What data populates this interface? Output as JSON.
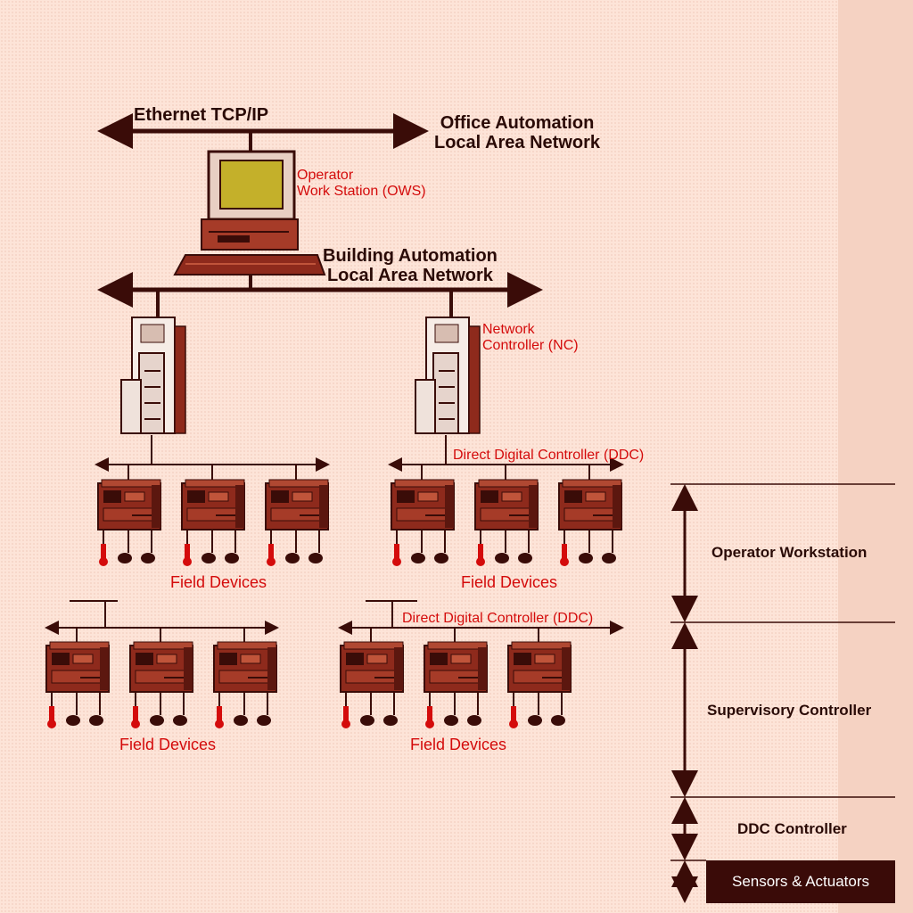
{
  "networks": {
    "ethernet": "Ethernet TCP/IP",
    "office_lan_line1": "Office Automation",
    "office_lan_line2": "Local Area Network",
    "building_lan_line1": "Building Automation",
    "building_lan_line2": "Local Area Network"
  },
  "components": {
    "ows_line1": "Operator",
    "ows_line2": "Work Station (OWS)",
    "nc_line1": "Network",
    "nc_line2": "Controller (NC)",
    "ddc_label_1": "Direct Digital Controller (DDC)",
    "ddc_label_2": "Direct Digital Controller (DDC)"
  },
  "field_devices": [
    "Field Devices",
    "Field Devices",
    "Field Devices",
    "Field Devices"
  ],
  "tiers": {
    "operator_workstation": "Operator Workstation",
    "supervisory_controller": "Supervisory Controller",
    "ddc_controller": "DDC Controller",
    "sensors_actuators": "Sensors & Actuators"
  },
  "colors": {
    "line": "#3a0c08",
    "label_red": "#d40b0b",
    "device_body": "#8e2a1c",
    "device_light": "#c0543a",
    "background": "#fde4d8"
  },
  "icons": [
    "computer-icon",
    "keyboard-icon",
    "network-controller-icon",
    "ddc-controller-icon",
    "thermometer-icon",
    "sensor-icon"
  ]
}
